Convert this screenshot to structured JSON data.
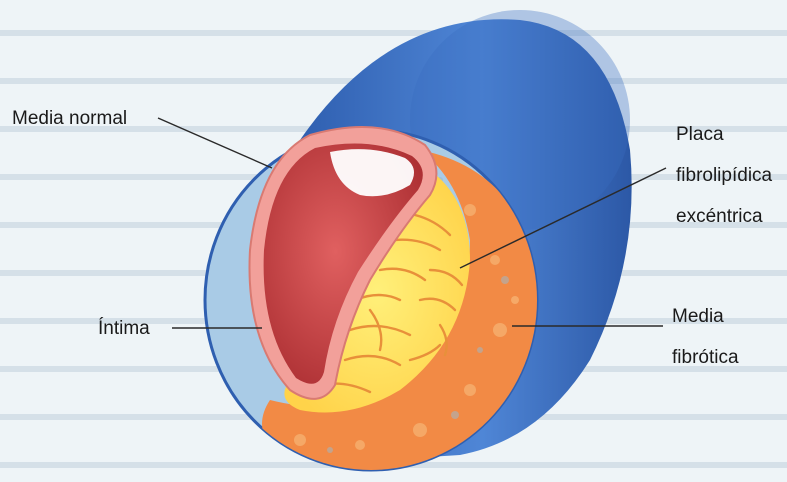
{
  "labels": {
    "media_normal": "Media normal",
    "placa_line1": "Placa",
    "placa_line2": "fibrolipídica",
    "placa_line3": "excéntrica",
    "intima": "Íntima",
    "media_fibrotica_line1": "Media",
    "media_fibrotica_line2": "fibrótica"
  },
  "colors": {
    "background": "#eef4f7",
    "vessel_outer_blue": "#3d6fc0",
    "vessel_wall_light_blue": "#a9cbe6",
    "lumen_blood_red": "#c8373a",
    "intima_pink": "#f2a09a",
    "plaque_yellow": "#ffe56a",
    "fibrotic_orange": "#f28a45"
  }
}
